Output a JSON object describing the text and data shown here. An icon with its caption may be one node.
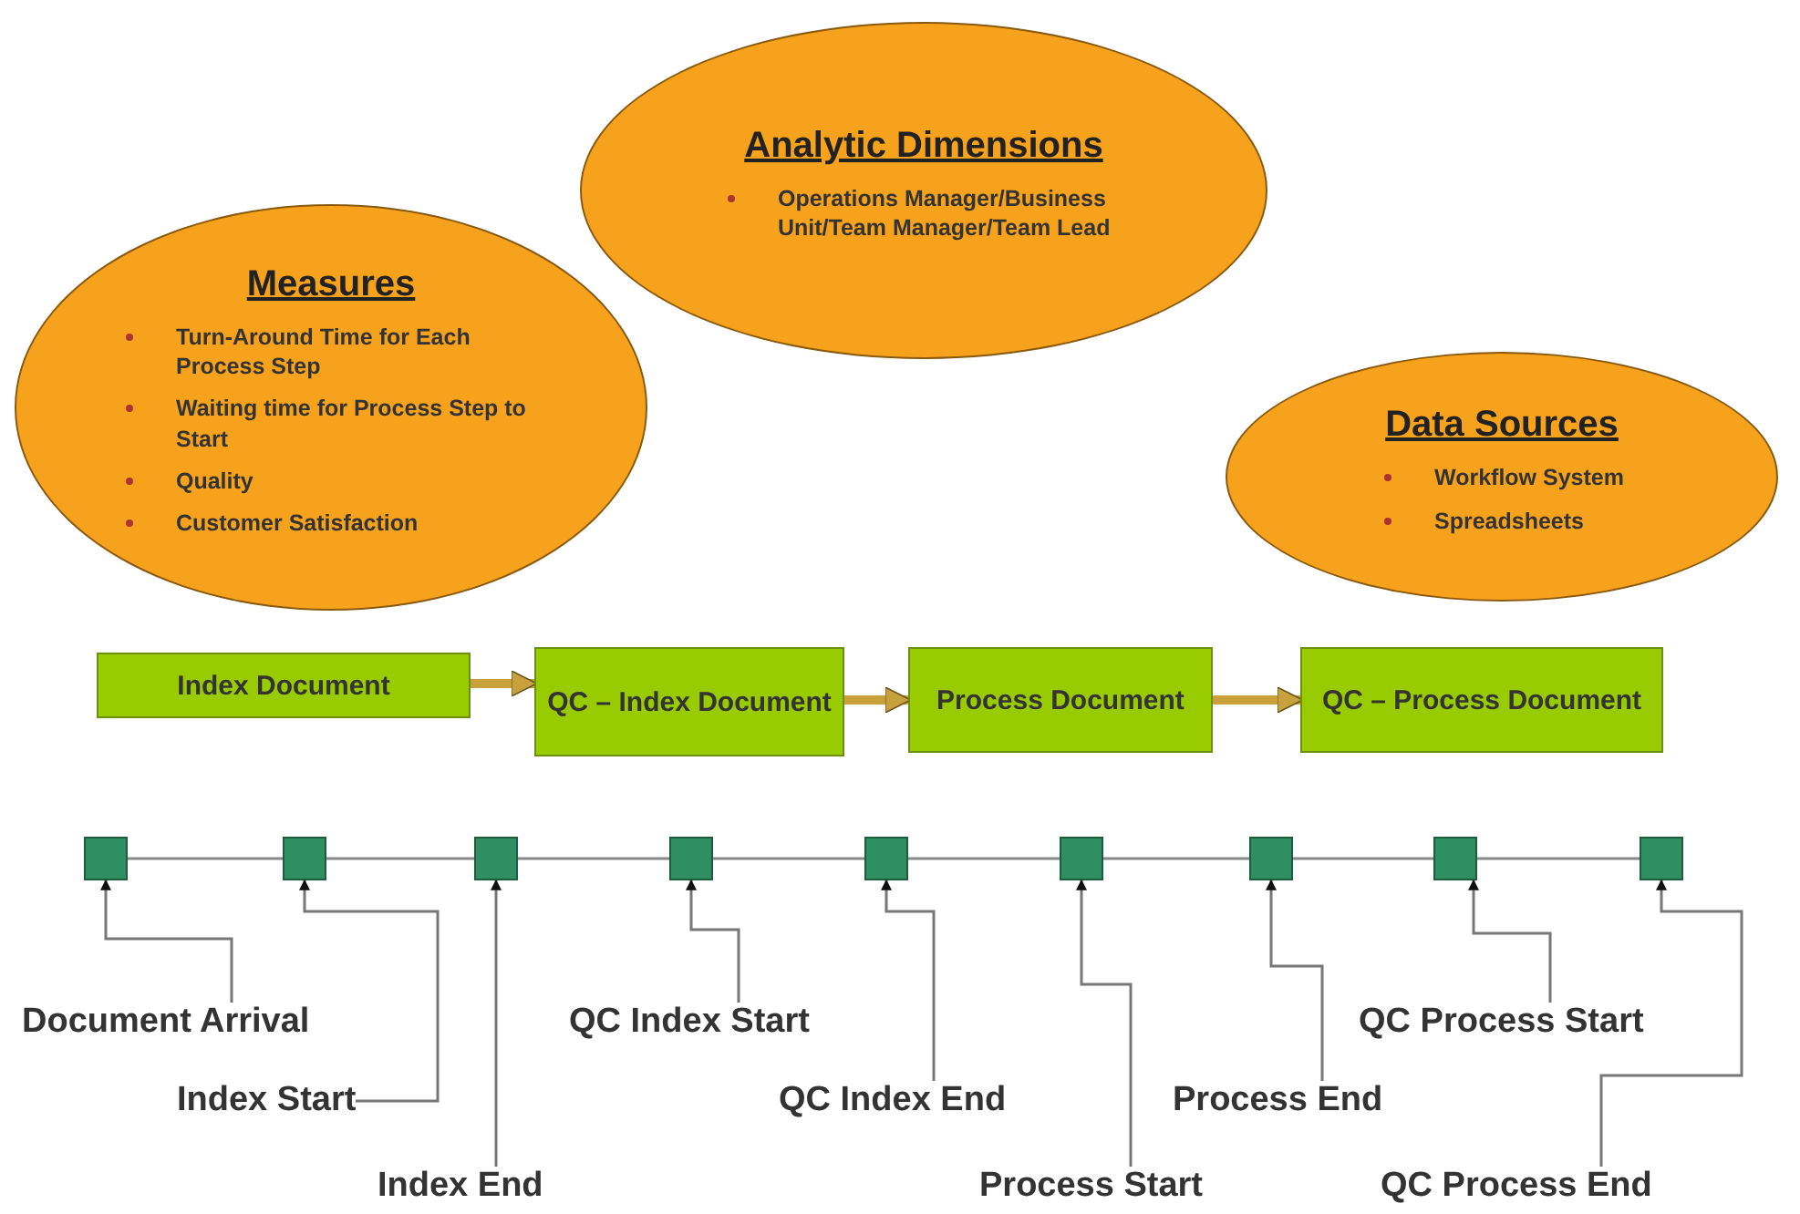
{
  "diagram": {
    "nodes": [
      {
        "text": [
          "Measures",
          "Turn-Around Time for Each Process Step",
          "Waiting time for Process Step to Start",
          "Quality",
          "Customer Satisfaction"
        ]
      },
      {
        "text": [
          "Analytic Dimensions",
          "Operations Manager/Business Unit/Team Manager/Team Lead"
        ]
      },
      {
        "text": [
          "Data Sources",
          "Workflow System",
          "Spreadsheets"
        ]
      },
      {
        "text": [
          "Index Document"
        ]
      },
      {
        "text": [
          "QC – Index Document"
        ]
      },
      {
        "text": [
          "Process Document"
        ]
      },
      {
        "text": [
          "QC – Process Document"
        ]
      },
      {
        "text": [],
        "shape": "box"
      },
      {
        "text": [],
        "shape": "box"
      },
      {
        "text": [],
        "shape": "box"
      },
      {
        "text": [],
        "shape": "box"
      },
      {
        "text": [],
        "shape": "box"
      },
      {
        "text": [],
        "shape": "box"
      },
      {
        "text": [],
        "shape": "box"
      },
      {
        "text": [],
        "shape": "box"
      },
      {
        "text": [],
        "shape": "box"
      },
      {
        "text": [
          "Document Arrival"
        ]
      },
      {
        "text": [
          "Index Start"
        ]
      },
      {
        "text": [
          "Index End"
        ]
      },
      {
        "text": [
          "QC Index Start"
        ]
      },
      {
        "text": [
          "QC Index End"
        ]
      },
      {
        "text": [
          "Process Start"
        ]
      },
      {
        "text": [
          "Process End"
        ]
      },
      {
        "text": [
          "QC Process Start"
        ]
      },
      {
        "text": [
          "QC Process End"
        ]
      }
    ],
    "edges": [
      {
        "from": 3,
        "to": 4,
        "arrow": "to",
        "style": "thick",
        "color": "#c9a13b"
      },
      {
        "from": 4,
        "to": 5,
        "arrow": "to",
        "style": "thick",
        "color": "#c9a13b"
      },
      {
        "from": 5,
        "to": 6,
        "arrow": "to",
        "style": "thick",
        "color": "#c9a13b"
      },
      {
        "from": 7,
        "to": 8,
        "arrow": "none"
      },
      {
        "from": 8,
        "to": 9,
        "arrow": "none"
      },
      {
        "from": 9,
        "to": 10,
        "arrow": "none"
      },
      {
        "from": 10,
        "to": 11,
        "arrow": "none"
      },
      {
        "from": 11,
        "to": 12,
        "arrow": "none"
      },
      {
        "from": 12,
        "to": 13,
        "arrow": "none"
      },
      {
        "from": 13,
        "to": 14,
        "arrow": "none"
      },
      {
        "from": 14,
        "to": 15,
        "arrow": "none"
      },
      {
        "from": 16,
        "to": 7,
        "arrow": "to"
      },
      {
        "from": 17,
        "to": 8,
        "arrow": "to"
      },
      {
        "from": 18,
        "to": 9,
        "arrow": "to"
      },
      {
        "from": 19,
        "to": 10,
        "arrow": "to"
      },
      {
        "from": 20,
        "to": 11,
        "arrow": "to"
      },
      {
        "from": 21,
        "to": 12,
        "arrow": "to"
      },
      {
        "from": 22,
        "to": 13,
        "arrow": "to"
      },
      {
        "from": 23,
        "to": 14,
        "arrow": "to"
      },
      {
        "from": 24,
        "to": 15,
        "arrow": "to"
      }
    ]
  }
}
